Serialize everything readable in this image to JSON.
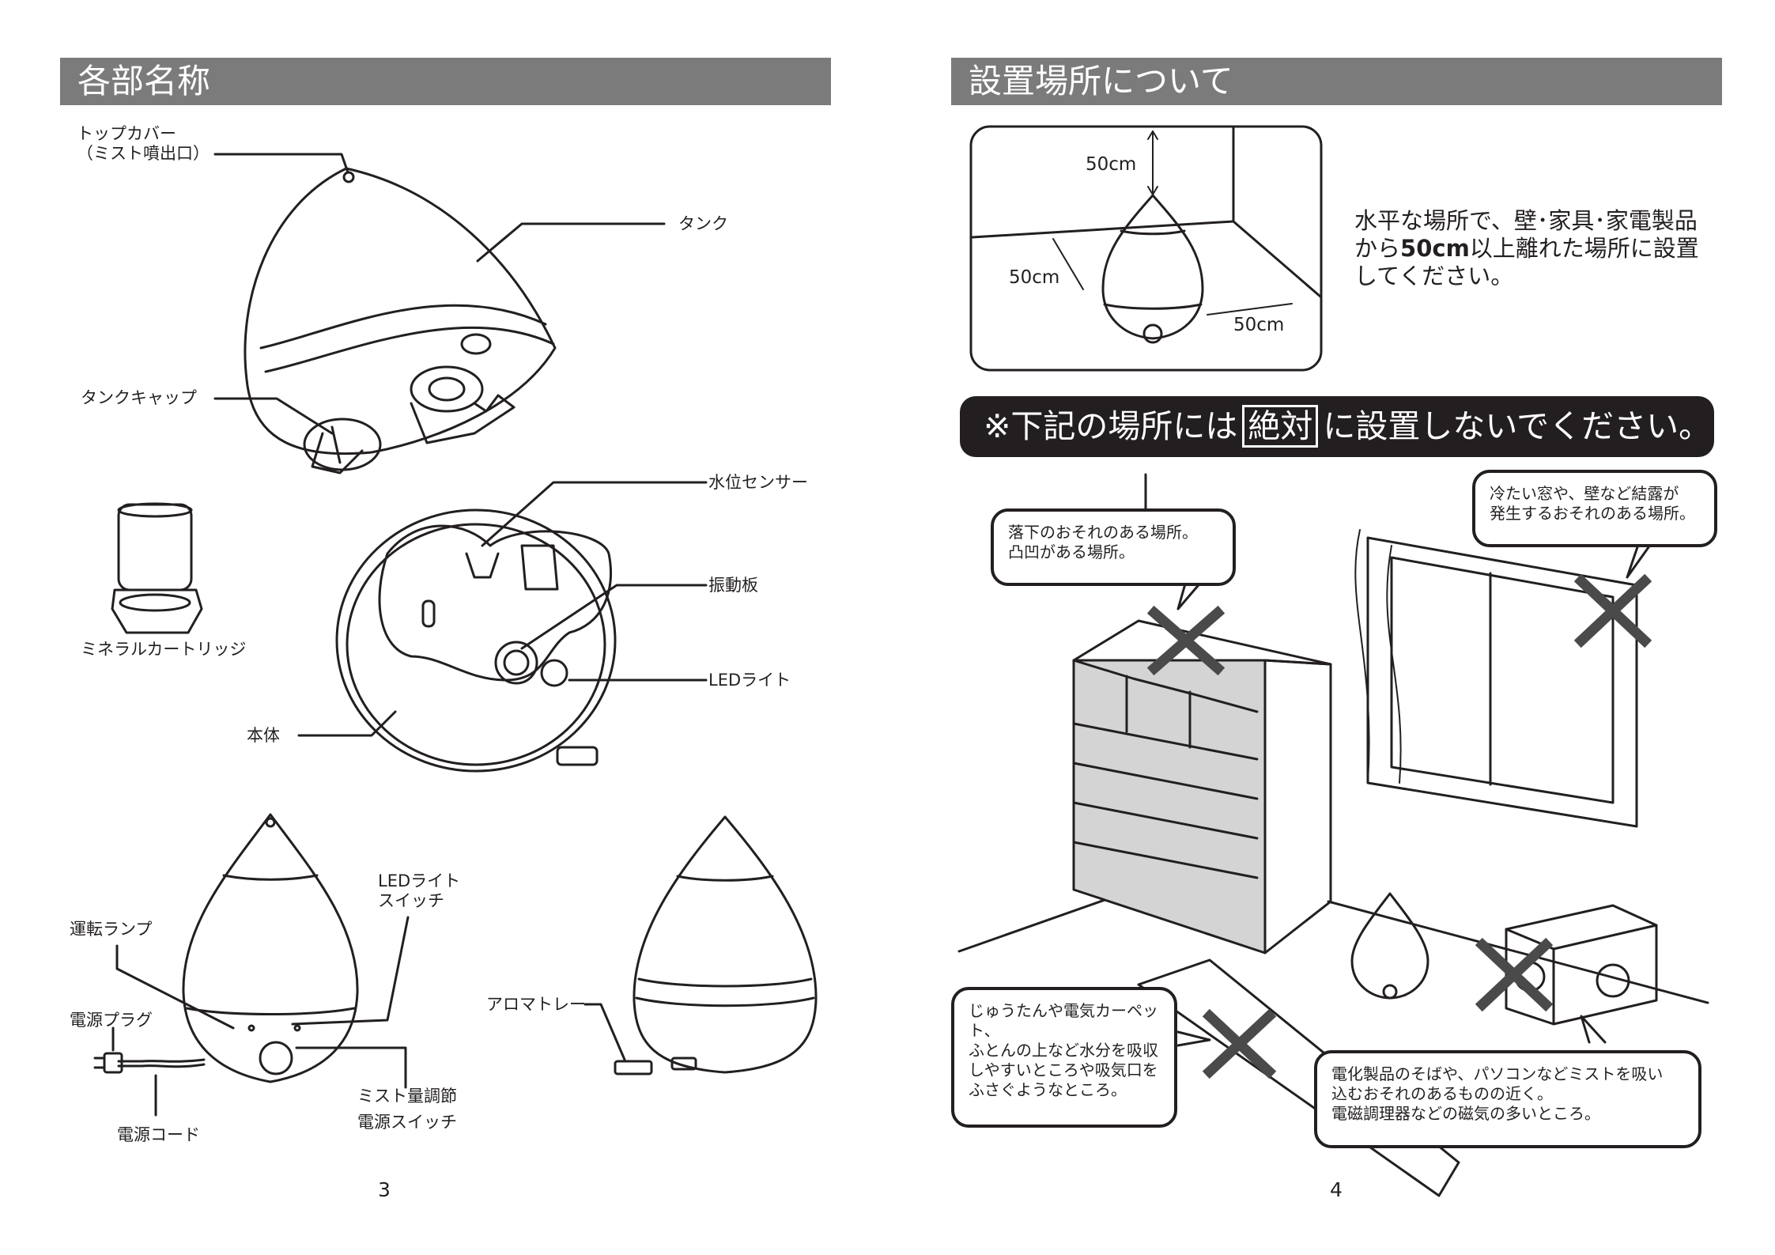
{
  "left_page": {
    "title": "各部名称",
    "labels": {
      "top_cover": "トップカバー\n（ミスト噴出口）",
      "tank": "タンク",
      "tank_cap": "タンクキャップ",
      "water_sensor": "水位センサー",
      "vibration_plate": "振動板",
      "led_light": "LEDライト",
      "mineral_cartridge": "ミネラルカートリッジ",
      "body": "本体",
      "led_switch": "LEDライト\nスイッチ",
      "operation_lamp": "運転ランプ",
      "power_plug": "電源プラグ",
      "aroma_tray": "アロマトレー",
      "mist_control": "ミスト量調節",
      "power_switch": "電源スイッチ",
      "power_cord": "電源コード"
    },
    "page_number": "3"
  },
  "right_page": {
    "title": "設置場所について",
    "dimensions": {
      "top": "50cm",
      "left": "50cm",
      "right": "50cm"
    },
    "description": {
      "line1": "水平な場所で、壁･家具･家電製品",
      "line2_pre": "から",
      "line2_bold": "50cm",
      "line2_post": "以上離れた場所に設置",
      "line3": "してください。"
    },
    "warning": {
      "pre": "※下記の場所には",
      "highlight": "絶対",
      "post": "に設置しないでください。"
    },
    "bubbles": {
      "fall": "落下のおそれのある場所。\n凸凹がある場所。",
      "window": "冷たい窓や、壁など結露が\n発生するおそれのある場所。",
      "carpet": "じゅうたんや電気カーペット、\nふとんの上など水分を吸収\nしやすいところや吸気口を\nふさぐようなところ。",
      "electronics": "電化製品のそばや、パソコンなどミストを吸い\n込むおそれのあるものの近く。\n電磁調理器などの磁気の多いところ。"
    },
    "page_number": "4"
  }
}
